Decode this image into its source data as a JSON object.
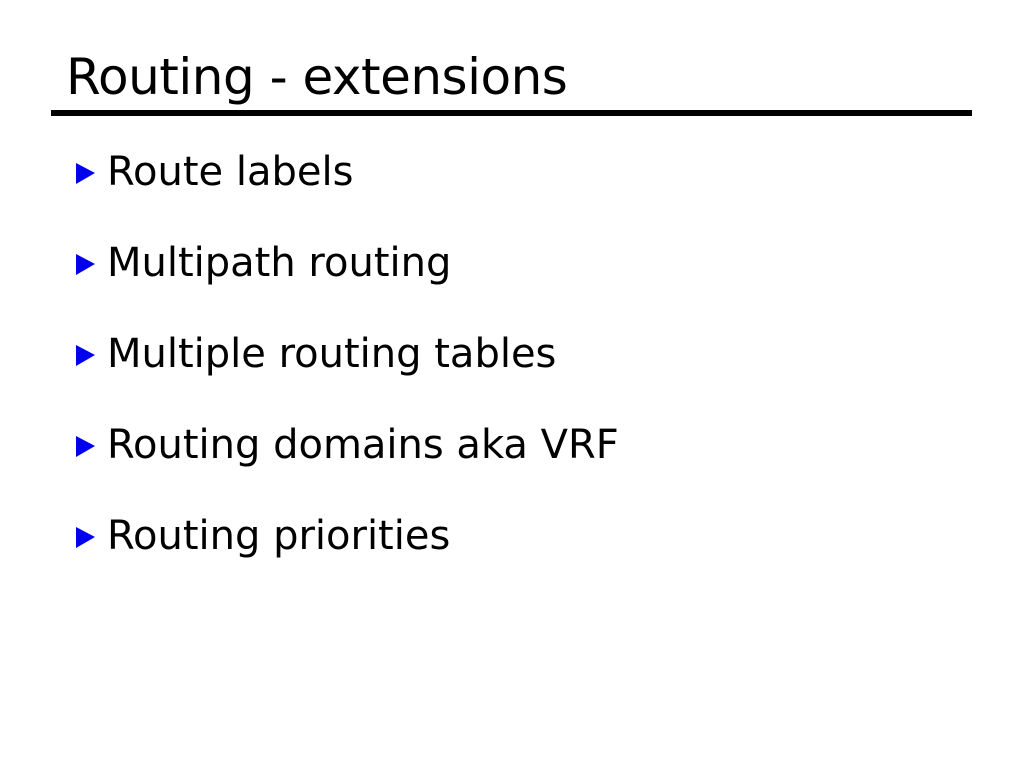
{
  "slide": {
    "title": "Routing - extensions",
    "bullets": [
      {
        "label": "Route labels"
      },
      {
        "label": "Multipath routing"
      },
      {
        "label": "Multiple routing tables"
      },
      {
        "label": "Routing domains aka VRF"
      },
      {
        "label": "Routing priorities"
      }
    ],
    "colors": {
      "background": "#FFFFFF",
      "text": "#000000",
      "title_rule": "#000000",
      "bullet_triangle": "#0000EE"
    }
  }
}
